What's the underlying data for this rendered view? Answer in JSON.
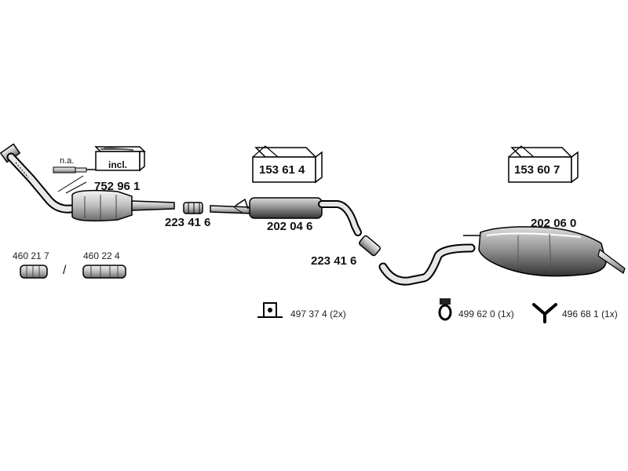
{
  "boxes": {
    "incl": {
      "label": "incl."
    },
    "box1": {
      "part": "153 61 4"
    },
    "box2": {
      "part": "153 60 7"
    }
  },
  "labels": {
    "na": "n.a.",
    "cat": "752 96 1",
    "clamp1": "223 41 6",
    "mid": "202 04 6",
    "clamp2": "223 41 6",
    "rear": "202 06 0",
    "flex1": "460 21 7",
    "sep": "/",
    "flex2": "460 22 4"
  },
  "hangers": [
    {
      "part": "497 37 4",
      "qty": "(2x)",
      "icon": "bracket-icon"
    },
    {
      "part": "499 62 0",
      "qty": "(1x)",
      "icon": "rubber-ring-icon"
    },
    {
      "part": "496 68 1",
      "qty": "(1x)",
      "icon": "y-hanger-icon"
    }
  ]
}
